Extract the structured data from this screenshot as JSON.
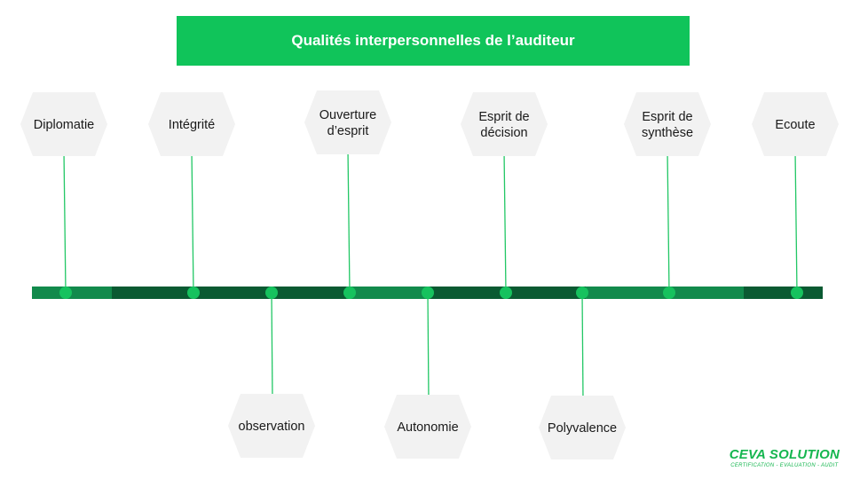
{
  "title": "Qualités interpersonnelles de l’auditeur",
  "colors": {
    "accent": "#10c45a",
    "bar_dark": "#0a5a32",
    "bar_mid": "#128a4c",
    "dot": "#16c25e",
    "hexagon": "#f2f2f2",
    "connector": "#22c765"
  },
  "timeline": {
    "upper": [
      {
        "lines": [
          "Diplomatie"
        ]
      },
      {
        "lines": [
          "Intégrité"
        ]
      },
      {
        "lines": [
          "Ouverture",
          "d’esprit"
        ]
      },
      {
        "lines": [
          "Esprit de",
          "décision"
        ]
      },
      {
        "lines": [
          "Esprit de",
          "synthèse"
        ]
      },
      {
        "lines": [
          "Ecoute"
        ]
      }
    ],
    "lower": [
      {
        "lines": [
          "observation"
        ]
      },
      {
        "lines": [
          "Autonomie"
        ]
      },
      {
        "lines": [
          "Polyvalence"
        ]
      }
    ]
  },
  "logo": {
    "name": "CEVA SOLUTION",
    "tagline": "CERTIFICATION - EVALUATION - AUDIT"
  }
}
